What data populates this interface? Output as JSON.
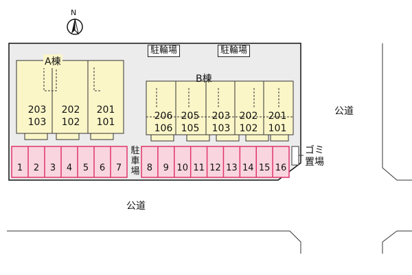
{
  "compass": {
    "north_label": "N"
  },
  "bike_parking": [
    {
      "label": "駐輪場"
    },
    {
      "label": "駐輪場"
    }
  ],
  "building_a": {
    "label": "A棟",
    "units": [
      {
        "upper": "203",
        "lower": "103"
      },
      {
        "upper": "202",
        "lower": "102"
      },
      {
        "upper": "201",
        "lower": "101"
      }
    ]
  },
  "building_b": {
    "label": "B棟",
    "units": [
      {
        "upper": "206",
        "lower": "106"
      },
      {
        "upper": "205",
        "lower": "105"
      },
      {
        "upper": "203",
        "lower": "103"
      },
      {
        "upper": "202",
        "lower": "102"
      },
      {
        "upper": "201",
        "lower": "101"
      }
    ]
  },
  "parking": {
    "label": "駐車場",
    "spaces": [
      "1",
      "2",
      "3",
      "4",
      "5",
      "6",
      "7",
      "8",
      "9",
      "10",
      "11",
      "12",
      "13",
      "14",
      "15",
      "16"
    ]
  },
  "garbage": {
    "label": "ゴミ置場"
  },
  "roads": {
    "east": "公道",
    "south": "公道"
  },
  "colors": {
    "lot": "#ececec",
    "building": "#fbf6c8",
    "parking": "#f9d5df",
    "parking_line": "#e0346a",
    "road_line": "#333333"
  }
}
